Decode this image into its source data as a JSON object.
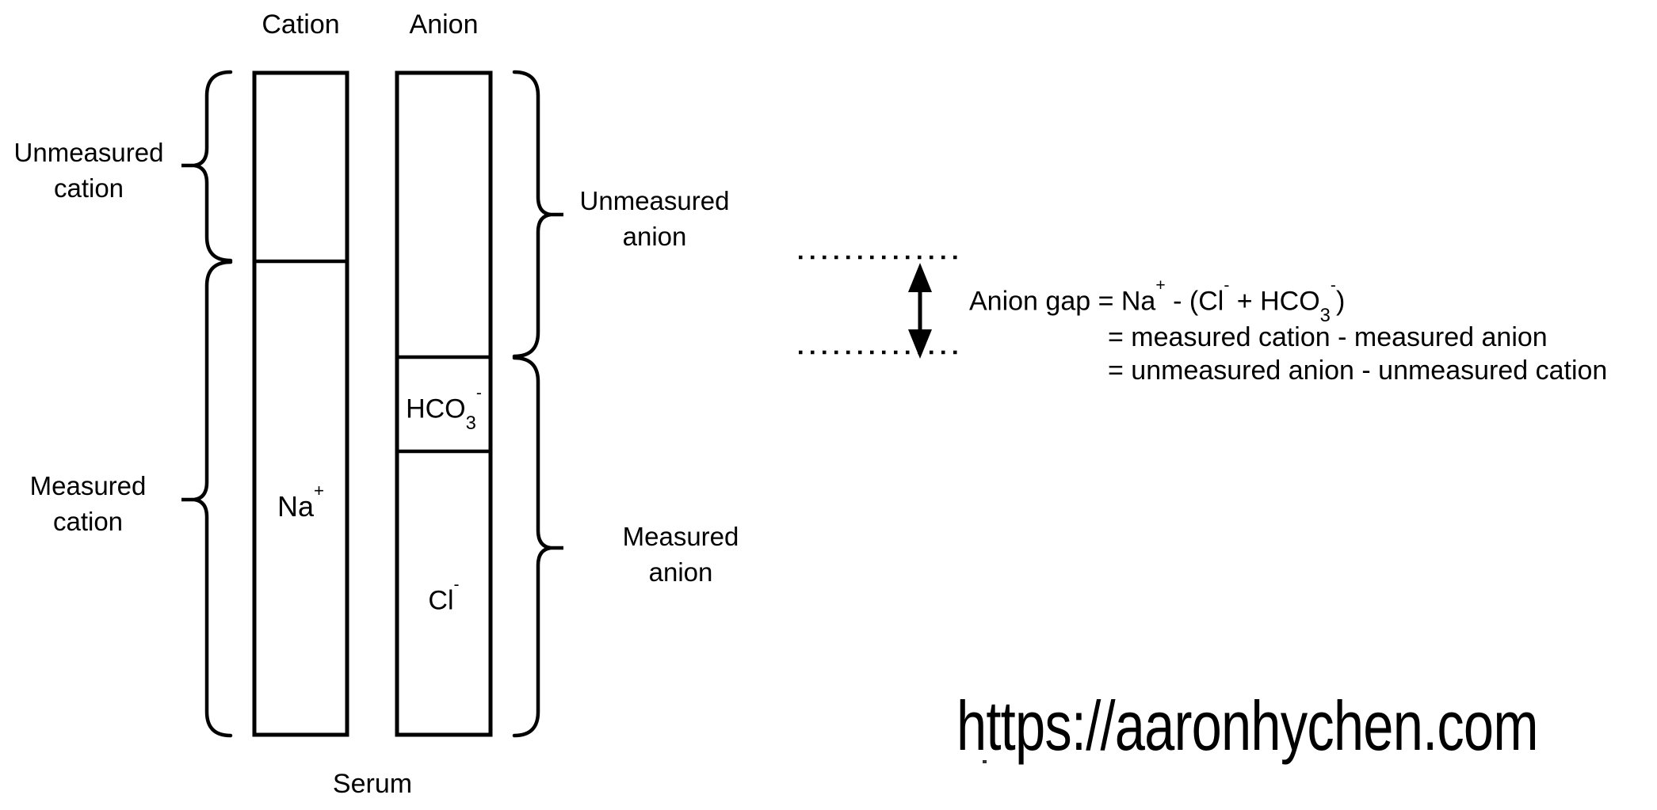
{
  "colors": {
    "ink": "#000000",
    "background": "#ffffff"
  },
  "diagram": {
    "column_labels": {
      "cation": "Cation",
      "anion": "Anion"
    },
    "side_labels": {
      "unmeasured_cation": {
        "line1": "Unmeasured",
        "line2": "cation"
      },
      "measured_cation": {
        "line1": "Measured",
        "line2": "cation"
      },
      "unmeasured_anion": {
        "line1": "Unmeasured",
        "line2": "anion"
      },
      "measured_anion": {
        "line1": "Measured",
        "line2": "anion"
      }
    },
    "ions": {
      "na": {
        "base": "Na",
        "sup": "+"
      },
      "hco3": {
        "base": "HCO",
        "sub": "3",
        "sup": "-"
      },
      "cl": {
        "base": "Cl",
        "sup": "-"
      }
    },
    "bottom_label": "Serum"
  },
  "formula": {
    "line1": {
      "p1": "Anion gap = Na",
      "sup1": "+",
      "p2": " - (Cl",
      "sup2": "-",
      "p3": " + HCO",
      "sub1": "3",
      "sup3": "-",
      "p4": ")"
    },
    "line2": "= measured cation - measured anion",
    "line3": "= unmeasured anion - unmeasured cation"
  },
  "watermark": {
    "url": "https://aaronhychen.com"
  }
}
